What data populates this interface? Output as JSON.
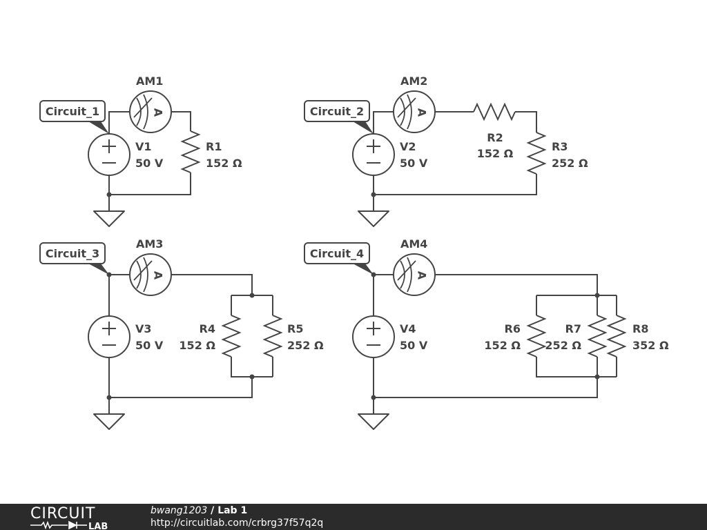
{
  "circuits": [
    {
      "tag": "Circuit_1",
      "ammeter": "AM1",
      "source": {
        "name": "V1",
        "value": "50 V"
      },
      "resistors": [
        {
          "name": "R1",
          "value": "152 Ω"
        }
      ]
    },
    {
      "tag": "Circuit_2",
      "ammeter": "AM2",
      "source": {
        "name": "V2",
        "value": "50 V"
      },
      "resistors": [
        {
          "name": "R2",
          "value": "152 Ω"
        },
        {
          "name": "R3",
          "value": "252 Ω"
        }
      ]
    },
    {
      "tag": "Circuit_3",
      "ammeter": "AM3",
      "source": {
        "name": "V3",
        "value": "50 V"
      },
      "resistors": [
        {
          "name": "R4",
          "value": "152 Ω"
        },
        {
          "name": "R5",
          "value": "252 Ω"
        }
      ]
    },
    {
      "tag": "Circuit_4",
      "ammeter": "AM4",
      "source": {
        "name": "V4",
        "value": "50 V"
      },
      "resistors": [
        {
          "name": "R6",
          "value": "152 Ω"
        },
        {
          "name": "R7",
          "value": "252 Ω"
        },
        {
          "name": "R8",
          "value": "352 Ω"
        }
      ]
    }
  ],
  "symbols": {
    "ammeter_letter": "A",
    "plus": "+",
    "minus": "−"
  },
  "footer": {
    "logo_top": "CIRCUIT",
    "logo_bottom": "LAB",
    "user": "bwang1203",
    "separator": " / ",
    "project": "Lab 1",
    "url": "http://circuitlab.com/crbrg37f57q2q"
  }
}
